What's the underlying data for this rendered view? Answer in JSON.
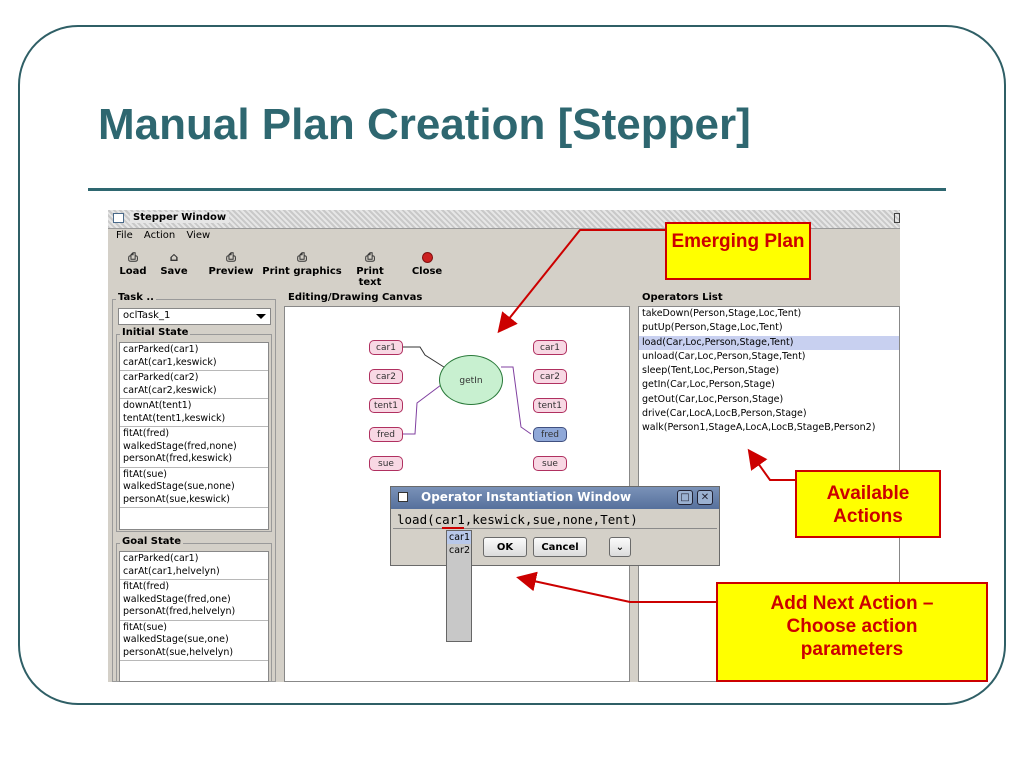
{
  "slide": {
    "title": "Manual Plan Creation [Stepper]"
  },
  "window": {
    "title": "Stepper Window",
    "menu": [
      "File",
      "Action",
      "View"
    ],
    "toolbar": [
      "Load",
      "Save",
      "Preview",
      "Print graphics",
      "Print text",
      "Close"
    ]
  },
  "task_panel": {
    "label": "Task ..",
    "selected_task": "oclTask_1",
    "initial_state_label": "Initial State",
    "initial_state": [
      "carParked(car1)",
      "carAt(car1,keswick)",
      "carParked(car2)",
      "carAt(car2,keswick)",
      "downAt(tent1)",
      "tentAt(tent1,keswick)",
      "fitAt(fred)",
      "walkedStage(fred,none)",
      "personAt(fred,keswick)",
      "fitAt(sue)",
      "walkedStage(sue,none)",
      "personAt(sue,keswick)"
    ],
    "goal_state_label": "Goal State",
    "goal_state": [
      "carParked(car1)",
      "carAt(car1,helvelyn)",
      "fitAt(fred)",
      "walkedStage(fred,one)",
      "personAt(fred,helvelyn)",
      "fitAt(sue)",
      "walkedStage(sue,one)",
      "personAt(sue,helvelyn)"
    ]
  },
  "canvas": {
    "label": "Editing/Drawing Canvas",
    "left_objects": [
      "car1",
      "car2",
      "tent1",
      "fred",
      "sue"
    ],
    "right_objects": [
      "car1",
      "car2",
      "tent1",
      "fred",
      "sue"
    ],
    "operator_node": "getIn"
  },
  "operators": {
    "label": "Operators List",
    "items": [
      "takeDown(Person,Stage,Loc,Tent)",
      "putUp(Person,Stage,Loc,Tent)",
      "load(Car,Loc,Person,Stage,Tent)",
      "unload(Car,Loc,Person,Stage,Tent)",
      "sleep(Tent,Loc,Person,Stage)",
      "getIn(Car,Loc,Person,Stage)",
      "getOut(Car,Loc,Person,Stage)",
      "drive(Car,LocA,LocB,Person,Stage)",
      "walk(Person1,StageA,LocA,LocB,StageB,Person2)"
    ],
    "selected_index": 2
  },
  "dialog": {
    "title": "Operator Instantiation Window",
    "expression": "load(car1,keswick,sue,none,Tent)",
    "ok_label": "OK",
    "cancel_label": "Cancel",
    "dropdown_options": [
      "car1",
      "car2"
    ]
  },
  "callouts": {
    "emerging_plan": "Emerging Plan",
    "available_actions": "Available Actions",
    "add_next_action": "Add Next Action – Choose action parameters"
  },
  "colors": {
    "title": "#2e6770",
    "callout_bg": "#ffff00",
    "callout_text": "#cc0000",
    "object_node": "#f8d8e4",
    "operator_node": "#c8f0d0"
  }
}
